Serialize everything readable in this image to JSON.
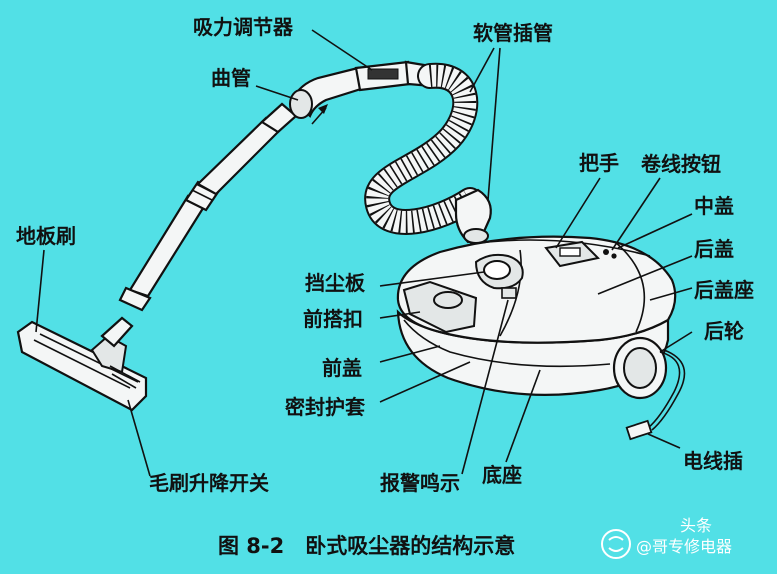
{
  "labels": {
    "suction_regulator": "吸力调节器",
    "hose_tube": "软管插管",
    "bend_pipe": "曲管",
    "handle": "把手",
    "cord_button": "卷线按钮",
    "middle_cover": "中盖",
    "floor_brush": "地板刷",
    "rear_cover": "后盖",
    "dust_plate": "挡尘板",
    "rear_cover_seat": "后盖座",
    "front_latch": "前搭扣",
    "rear_wheel": "后轮",
    "front_cover": "前盖",
    "seal_sleeve": "密封护套",
    "power_plug": "电线插",
    "brush_switch": "毛刷升降开关",
    "base": "底座",
    "alarm": "报警鸣示"
  },
  "caption": "图 8-2　卧式吸尘器的结构示意",
  "watermark": {
    "text": "@哥专修电器",
    "brand": "头条"
  },
  "colors": {
    "background": "#52e0e6",
    "line": "#111111",
    "part_fill": "#f4f6f6"
  }
}
